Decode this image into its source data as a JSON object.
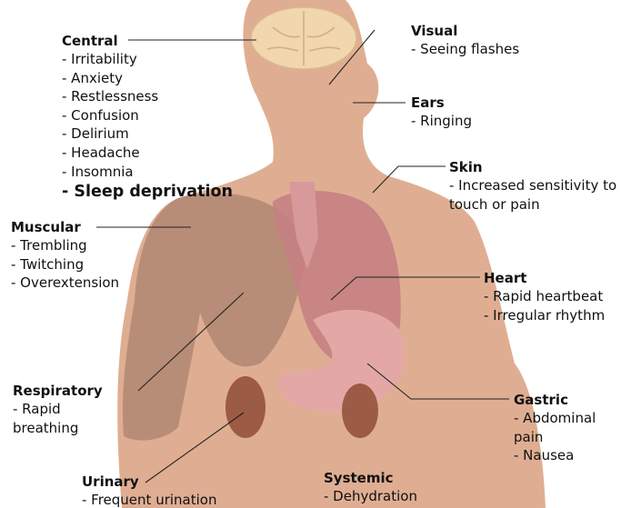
{
  "colors": {
    "skin": "#dfae92",
    "muscle": "#b48a76",
    "lung": "#c57f82",
    "stomach": "#e3a8a6",
    "kidney": "#9c5b44",
    "brain": "#f1d6ae",
    "leader_line": "#222222",
    "text": "#111111"
  },
  "groups": {
    "central": {
      "title": "Central",
      "items": [
        "- Irritability",
        "- Anxiety",
        "- Restlessness",
        "- Confusion",
        "- Delirium",
        "- Headache",
        "- Insomnia",
        "- Sleep deprivation"
      ]
    },
    "visual": {
      "title": "Visual",
      "items": [
        "- Seeing flashes"
      ]
    },
    "ears": {
      "title": "Ears",
      "items": [
        "- Ringing"
      ]
    },
    "skin": {
      "title": "Skin",
      "items": [
        "- Increased sensitivity to touch or pain"
      ]
    },
    "muscular": {
      "title": "Muscular",
      "items": [
        "- Trembling",
        "- Twitching",
        "- Overextension"
      ]
    },
    "heart": {
      "title": "Heart",
      "items": [
        "- Rapid heartbeat",
        "- Irregular rhythm"
      ]
    },
    "respiratory": {
      "title": "Respiratory",
      "items": [
        "- Rapid breathing"
      ]
    },
    "gastric": {
      "title": "Gastric",
      "items": [
        "- Abdominal pain",
        "- Nausea"
      ]
    },
    "urinary": {
      "title": "Urinary",
      "items": [
        "- Frequent urination"
      ]
    },
    "systemic": {
      "title": "Systemic",
      "items": [
        "- Dehydration"
      ]
    }
  }
}
